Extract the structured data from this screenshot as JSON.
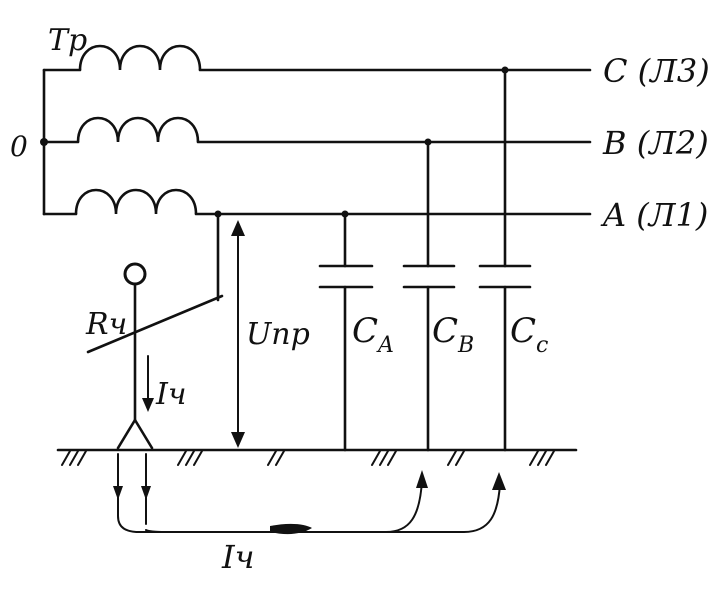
{
  "diagram": {
    "transformer_label": "Tp",
    "neutral_label": "0",
    "phases": [
      {
        "key": "C",
        "label": "C (Л3)"
      },
      {
        "key": "B",
        "label": "B (Л2)"
      },
      {
        "key": "A",
        "label": "A (Л1)"
      }
    ],
    "resistor_label": "Rч",
    "branch_current_label": "Iч",
    "voltage_label": "Uпр",
    "capacitors": [
      {
        "key": "A",
        "main": "C",
        "sub": "A"
      },
      {
        "key": "B",
        "main": "C",
        "sub": "B"
      },
      {
        "key": "C",
        "main": "C",
        "sub": "c"
      }
    ],
    "ground_current_label": "Iч"
  }
}
